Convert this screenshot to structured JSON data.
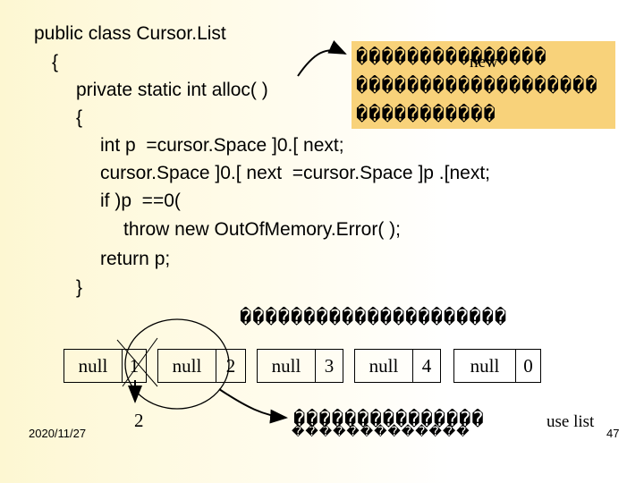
{
  "code": {
    "line1": "public class Cursor.List",
    "line2": "{",
    "line3": "private static int alloc( )",
    "line4": "{",
    "line5": "int p  =cursor.Space ]0.[ next;",
    "line6": "cursor.Space ]0.[ next  =cursor.Space ]p .[next;",
    "line7": "if )p  ==0(",
    "line8": "throw new OutOfMemory.Error( );",
    "line9": "return p;",
    "line10": "}"
  },
  "note": {
    "row1": "���������������",
    "row1_word": "new",
    "row2": "�������������������",
    "row3": "�����������"
  },
  "array_caption": "���������������������",
  "cells": [
    {
      "value": "null",
      "index": "1"
    },
    {
      "value": "null",
      "index": "2"
    },
    {
      "value": "null",
      "index": "3"
    },
    {
      "value": "null",
      "index": "4"
    },
    {
      "value": "null",
      "index": "0"
    }
  ],
  "pointer_label": "2",
  "use_list_caption": "���������������",
  "use_list_word": "use list",
  "footer": {
    "date": "2020/11/27",
    "center": "���������������",
    "page": "47"
  }
}
